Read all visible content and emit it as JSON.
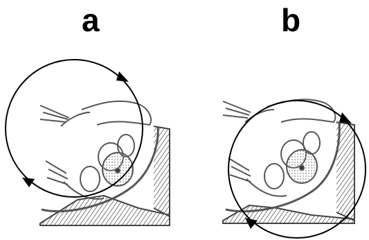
{
  "panels": [
    {
      "label": "a",
      "rotation": "clockwise"
    },
    {
      "label": "b",
      "rotation": "clockwise"
    }
  ],
  "colors": {
    "ink": "#000000",
    "sketch": "#555555",
    "hatch": "#7a7a7a",
    "background": "#ffffff"
  },
  "icons": [
    "clockwise-arrow-icon",
    "arrowhead-icon",
    "hand-sketch-icon"
  ]
}
